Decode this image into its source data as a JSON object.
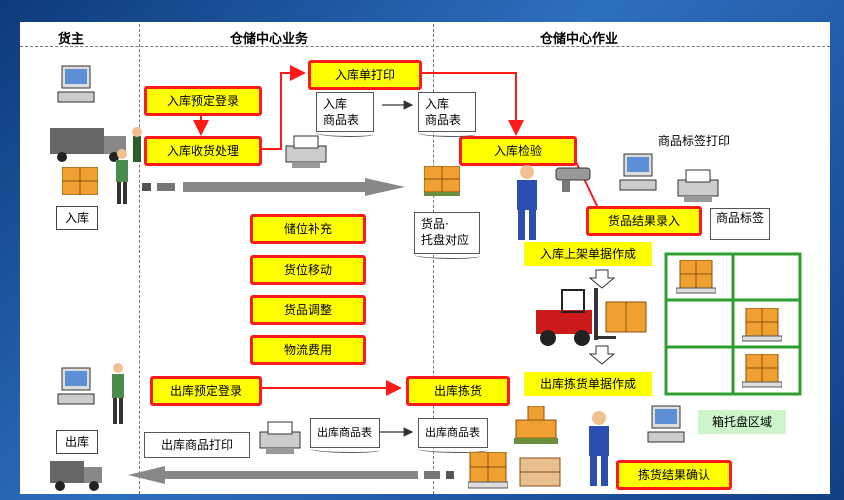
{
  "headers": {
    "shipper": "货主",
    "business": "仓储中心业务",
    "operation": "仓储中心作业"
  },
  "shipper": {
    "inbound_label": "入库",
    "outbound_label": "出库"
  },
  "red_boxes": {
    "inbound_reservation": "入库预定登录",
    "inbound_receiving": "入库收货处理",
    "inbound_print": "入库单打印",
    "inbound_inspection": "入库检验",
    "storage_replenish": "储位补充",
    "location_move": "货位移动",
    "goods_adjust": "货品调整",
    "logistics_fee": "物流费用",
    "outbound_reservation": "出库预定登录",
    "outbound_picking": "出库拣货",
    "outbound_goods_print": "出库商品打印",
    "goods_result_entry": "货品结果录入",
    "picking_result_confirm": "拣货结果确认"
  },
  "documents": {
    "inbound_goods_1": "入库\n商品表",
    "inbound_goods_2": "入库\n商品表",
    "pallet_match": "货品·\n托盘对应",
    "outbound_goods_1": "出库商品表",
    "outbound_goods_2": "出库商品表"
  },
  "labels": {
    "product_label_print": "商品标签打印",
    "product_label": "商品标签",
    "putaway_doc": "入库上架单据作成",
    "picking_doc": "出库拣货单据作成",
    "pallet_area": "箱托盘区域"
  },
  "colors": {
    "box_border": "#ff1a1a",
    "box_fill": "#ffff00",
    "rack_green": "#2e9e2e",
    "pallet_area_bg": "#ccf5cc"
  }
}
